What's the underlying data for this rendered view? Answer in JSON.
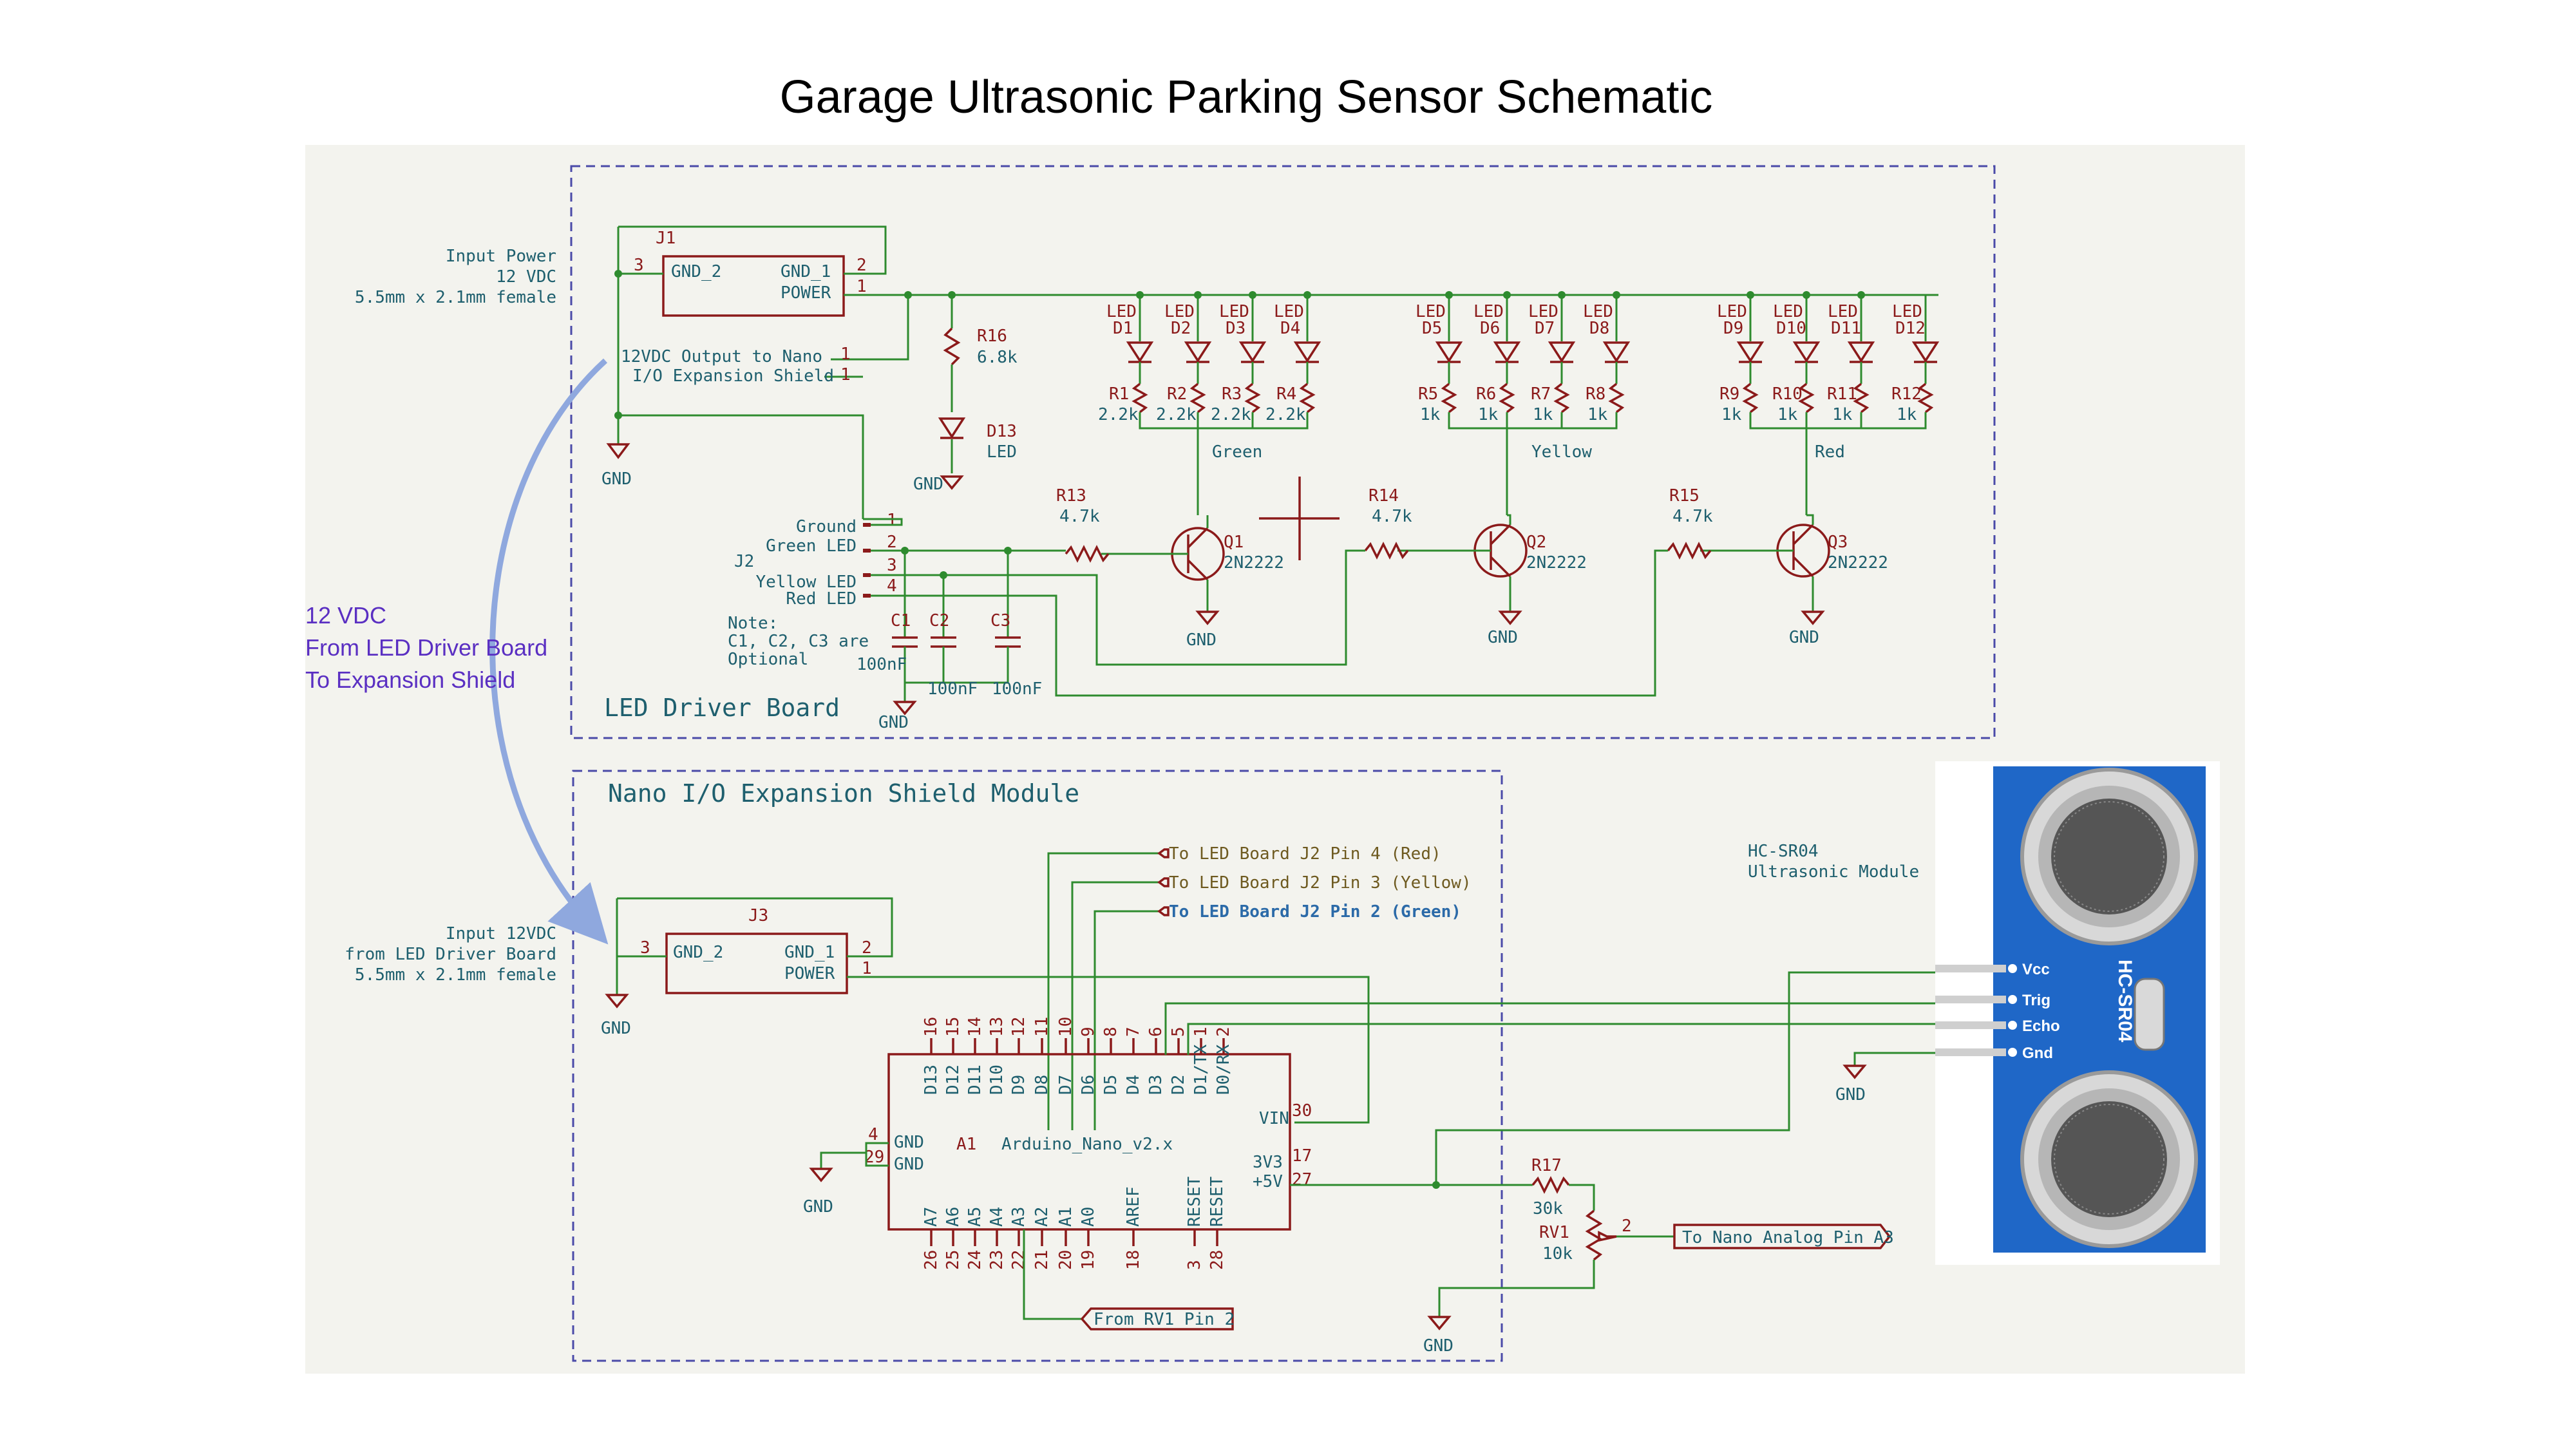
{
  "title": "Garage Ultrasonic Parking Sensor Schematic",
  "colors": {
    "wire": "#2e8b2e",
    "comp": "#8b1a1a",
    "label": "#1e5f6e",
    "frame": "#4a4aa8",
    "note": "#5a2fc2",
    "arrow": "#8fa8de",
    "bg": "#f3f3ee"
  },
  "boards": {
    "led_driver": "LED Driver Board",
    "nano_shield": "Nano I/O Expansion Shield Module"
  },
  "side_note": [
    "12 VDC",
    "From LED Driver Board",
    "To Expansion Shield"
  ],
  "j1": {
    "ref": "J1",
    "pin_gnd2": "GND_2",
    "pin_gnd1": "GND_1",
    "pin_power": "POWER",
    "n3": "3",
    "n2": "2",
    "n1": "1",
    "desc": [
      "Input Power",
      "12 VDC",
      "5.5mm x 2.1mm female"
    ]
  },
  "out12": {
    "l1": "12VDC Output to Nano",
    "l2": "I/O Expansion Shield",
    "n1": "1",
    "n2": "1"
  },
  "gnd": "GND",
  "r16": {
    "ref": "R16",
    "val": "6.8k"
  },
  "d13": {
    "ref": "D13",
    "val": "LED"
  },
  "led_label": "LED",
  "leds_green": [
    "D1",
    "D2",
    "D3",
    "D4"
  ],
  "leds_yellow": [
    "D5",
    "D6",
    "D7",
    "D8"
  ],
  "leds_red": [
    "D9",
    "D10",
    "D11",
    "D12"
  ],
  "res_green": [
    {
      "ref": "R1",
      "val": "2.2k"
    },
    {
      "ref": "R2",
      "val": "2.2k"
    },
    {
      "ref": "R3",
      "val": "2.2k"
    },
    {
      "ref": "R4",
      "val": "2.2k"
    }
  ],
  "res_yellow": [
    {
      "ref": "R5",
      "val": "1k"
    },
    {
      "ref": "R6",
      "val": "1k"
    },
    {
      "ref": "R7",
      "val": "1k"
    },
    {
      "ref": "R8",
      "val": "1k"
    }
  ],
  "res_red": [
    {
      "ref": "R9",
      "val": "1k"
    },
    {
      "ref": "R10",
      "val": "1k"
    },
    {
      "ref": "R11",
      "val": "1k"
    },
    {
      "ref": "R12",
      "val": "1k"
    }
  ],
  "group_labels": [
    "Green",
    "Yellow",
    "Red"
  ],
  "transistors": [
    {
      "ref": "Q1",
      "val": "2N2222",
      "rref": "R13",
      "rval": "4.7k"
    },
    {
      "ref": "Q2",
      "val": "2N2222",
      "rref": "R14",
      "rval": "4.7k"
    },
    {
      "ref": "Q3",
      "val": "2N2222",
      "rref": "R15",
      "rval": "4.7k"
    }
  ],
  "pin_nums": {
    "p1": "1",
    "p2": "2",
    "p3": "3",
    "p4": "4",
    "p5": "5",
    "p6": "6",
    "p7": "7",
    "p8": "8",
    "p9": "9",
    "p10": "10",
    "p11": "11",
    "p12": "12",
    "p13": "13",
    "p14": "14",
    "p15": "15",
    "p16": "16",
    "p17": "17",
    "p18": "18",
    "p19": "19",
    "p20": "20",
    "p21": "21",
    "p22": "22",
    "p23": "23",
    "p24": "24",
    "p25": "25",
    "p26": "26",
    "p27": "27",
    "p28": "28",
    "p29": "29",
    "p30": "30"
  },
  "j2": {
    "ref": "J2",
    "pins": [
      "Ground",
      "Green LED",
      "Yellow LED",
      "Red LED"
    ]
  },
  "caps": [
    {
      "ref": "C1",
      "val": "100nF"
    },
    {
      "ref": "C2",
      "val": "100nF"
    },
    {
      "ref": "C3",
      "val": "100nF"
    }
  ],
  "cap_note": [
    "Note:",
    "C1, C2, C3 are",
    "Optional"
  ],
  "j3": {
    "ref": "J3",
    "pin_gnd2": "GND_2",
    "pin_gnd1": "GND_1",
    "pin_power": "POWER",
    "desc": [
      "Input 12VDC",
      "from LED Driver Board",
      "5.5mm x 2.1mm female"
    ]
  },
  "nets": [
    "To LED Board J2 Pin 4 (Red)",
    "To LED Board J2 Pin 3 (Yellow)",
    "To LED Board J2 Pin 2 (Green)"
  ],
  "nano": {
    "ref": "A1",
    "name": "Arduino_Nano_v2.x",
    "top_pins": [
      "D13",
      "D12",
      "D11",
      "D10",
      "D9",
      "D8",
      "D7",
      "D6",
      "D5",
      "D4",
      "D3",
      "D2",
      "D1/TX",
      "D0/RX"
    ],
    "top_nums": [
      "16",
      "15",
      "14",
      "13",
      "12",
      "11",
      "10",
      "9",
      "8",
      "7",
      "6",
      "5",
      "1",
      "2"
    ],
    "bottom_pins": [
      "A7",
      "A6",
      "A5",
      "A4",
      "A3",
      "A2",
      "A1",
      "A0",
      "AREF",
      "RESET",
      "RESET"
    ],
    "bottom_nums": [
      "26",
      "25",
      "24",
      "23",
      "22",
      "21",
      "20",
      "19",
      "18",
      "3",
      "28"
    ],
    "gnd": "GND",
    "vin": "VIN",
    "v33": "3V3",
    "v5": "+5V"
  },
  "from_rv1": "From RV1 Pin 2",
  "r17": {
    "ref": "R17",
    "val": "30k"
  },
  "rv1": {
    "ref": "RV1",
    "val": "10k"
  },
  "to_a3": "To Nano Analog Pin A3",
  "hcsr04": {
    "title": "HC-SR04",
    "subtitle": "Ultrasonic Module",
    "pins": [
      "Vcc",
      "Trig",
      "Echo",
      "Gnd"
    ],
    "brand": "HC-SR04"
  }
}
